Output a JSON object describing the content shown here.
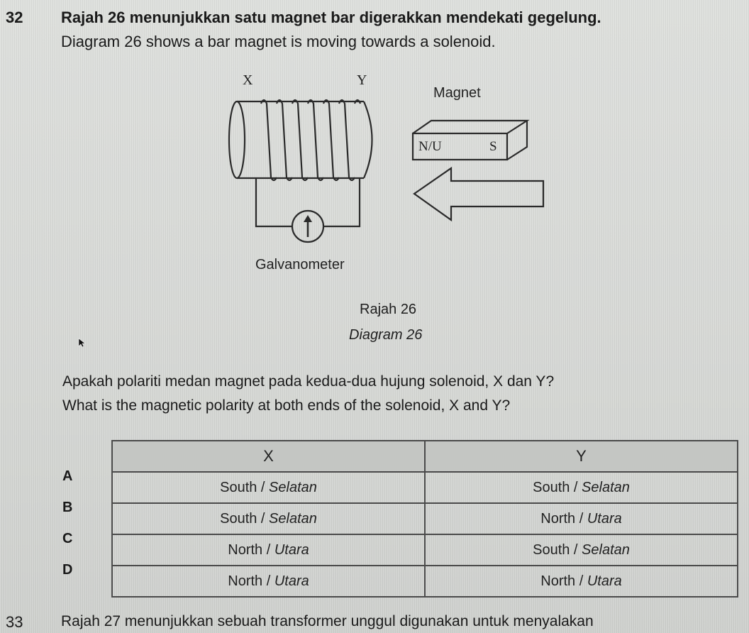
{
  "question_32": {
    "number": "32",
    "text_ms": "Rajah 26 menunjukkan satu magnet bar digerakkan mendekati gegelung.",
    "text_en": "Diagram 26 shows a bar magnet is moving towards a solenoid."
  },
  "diagram": {
    "solenoid_end_left": "X",
    "solenoid_end_right": "Y",
    "magnet_label": "Magnet",
    "magnet_pole_left": "N/U",
    "magnet_pole_right": "S",
    "meter_label": "Galvanometer",
    "arrow_direction": "left",
    "caption_ms": "Rajah 26",
    "caption_en": "Diagram 26"
  },
  "prompt": {
    "text_ms": "Apakah polariti medan magnet pada kedua-dua hujung solenoid, X dan Y?",
    "text_en": "What is the magnetic polarity at both ends of the solenoid, X and Y?"
  },
  "options_table": {
    "headers": [
      "X",
      "Y"
    ],
    "rows": [
      {
        "letter": "A",
        "x_en": "South / ",
        "x_ms": "Selatan",
        "y_en": "South / ",
        "y_ms": "Selatan"
      },
      {
        "letter": "B",
        "x_en": "South / ",
        "x_ms": "Selatan",
        "y_en": "North / ",
        "y_ms": "Utara"
      },
      {
        "letter": "C",
        "x_en": "North / ",
        "x_ms": "Utara",
        "y_en": "South / ",
        "y_ms": "Selatan"
      },
      {
        "letter": "D",
        "x_en": "North / ",
        "x_ms": "Utara",
        "y_en": "North / ",
        "y_ms": "Utara"
      }
    ]
  },
  "question_33": {
    "number": "33",
    "text_ms": "Rajah 27 menunjukkan sebuah transformer unggul digunakan untuk menyalakan"
  }
}
